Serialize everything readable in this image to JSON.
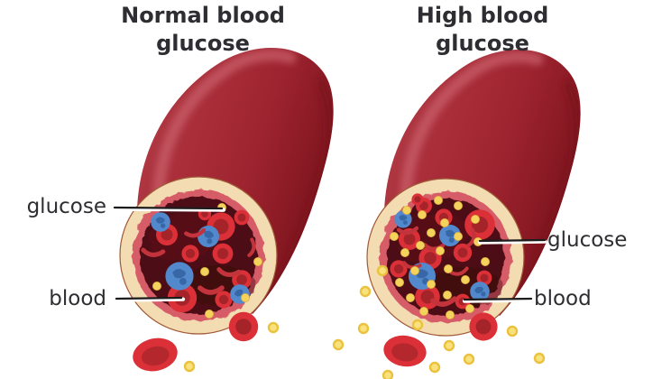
{
  "left_panel": {
    "title": "Normal blood\nglucose",
    "glucose_label": "glucose",
    "blood_label": "blood"
  },
  "right_panel": {
    "title": "High blood\nglucose",
    "glucose_label": "glucose",
    "blood_label": "blood"
  },
  "colors": {
    "ink": "#2e2d32",
    "line": "#1c1c1c",
    "vessel-light": "#b8434d",
    "vessel-mid": "#a32531",
    "vessel-dark": "#7a141d",
    "vessel-highlight": "#c9606a",
    "wall-cream": "#f3dcb2",
    "wall-edge": "#a05a38",
    "wall-rose": "#d65b68",
    "lumen": "#4d0d14",
    "rbc": "#dc3038",
    "crescent": "#c2333c",
    "wbc": "#5288cc",
    "wbc-inner": "#33619f",
    "glucose": "#f3d35c",
    "glucose-edge": "#dcae3f",
    "glucose-ring-fill": "#f9e27d",
    "glucose-ring-edge": "#eac23e"
  }
}
